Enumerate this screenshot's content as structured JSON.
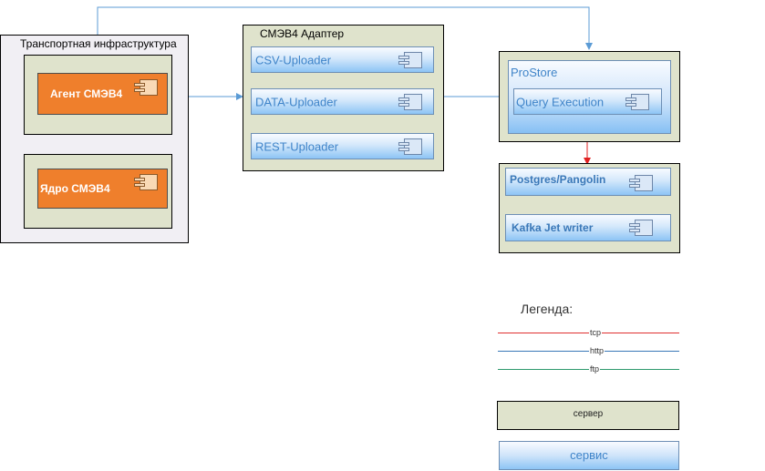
{
  "infra": {
    "title": "Транспортная инфраструктура",
    "agent_label": "Агент СМЭВ4",
    "core_label": "Ядро СМЭВ4"
  },
  "adapter": {
    "title": "СМЭВ4 Адаптер",
    "services": [
      {
        "label": "CSV-Uploader"
      },
      {
        "label": "DATA-Uploader"
      },
      {
        "label": "REST-Uploader"
      }
    ]
  },
  "prostore": {
    "title": "ProStore",
    "query_label": "Query Execution"
  },
  "storage": {
    "postgres_label": "Postgres/Pangolin",
    "kafka_label": "Kafka Jet writer"
  },
  "legend": {
    "title": "Легенда:",
    "lines": [
      {
        "label": "tcp",
        "color": "#e03030"
      },
      {
        "label": "http",
        "color": "#3a78b8"
      },
      {
        "label": "ftp",
        "color": "#2e9a6e"
      }
    ],
    "server_label": "сервер",
    "service_label": "сервис"
  },
  "colors": {
    "http": "#5b9bd5",
    "tcp": "#e02020",
    "server_fill": "#dfe3cc",
    "infra_fill": "#f1eff4",
    "smev_orange": "#ef7f2c"
  }
}
